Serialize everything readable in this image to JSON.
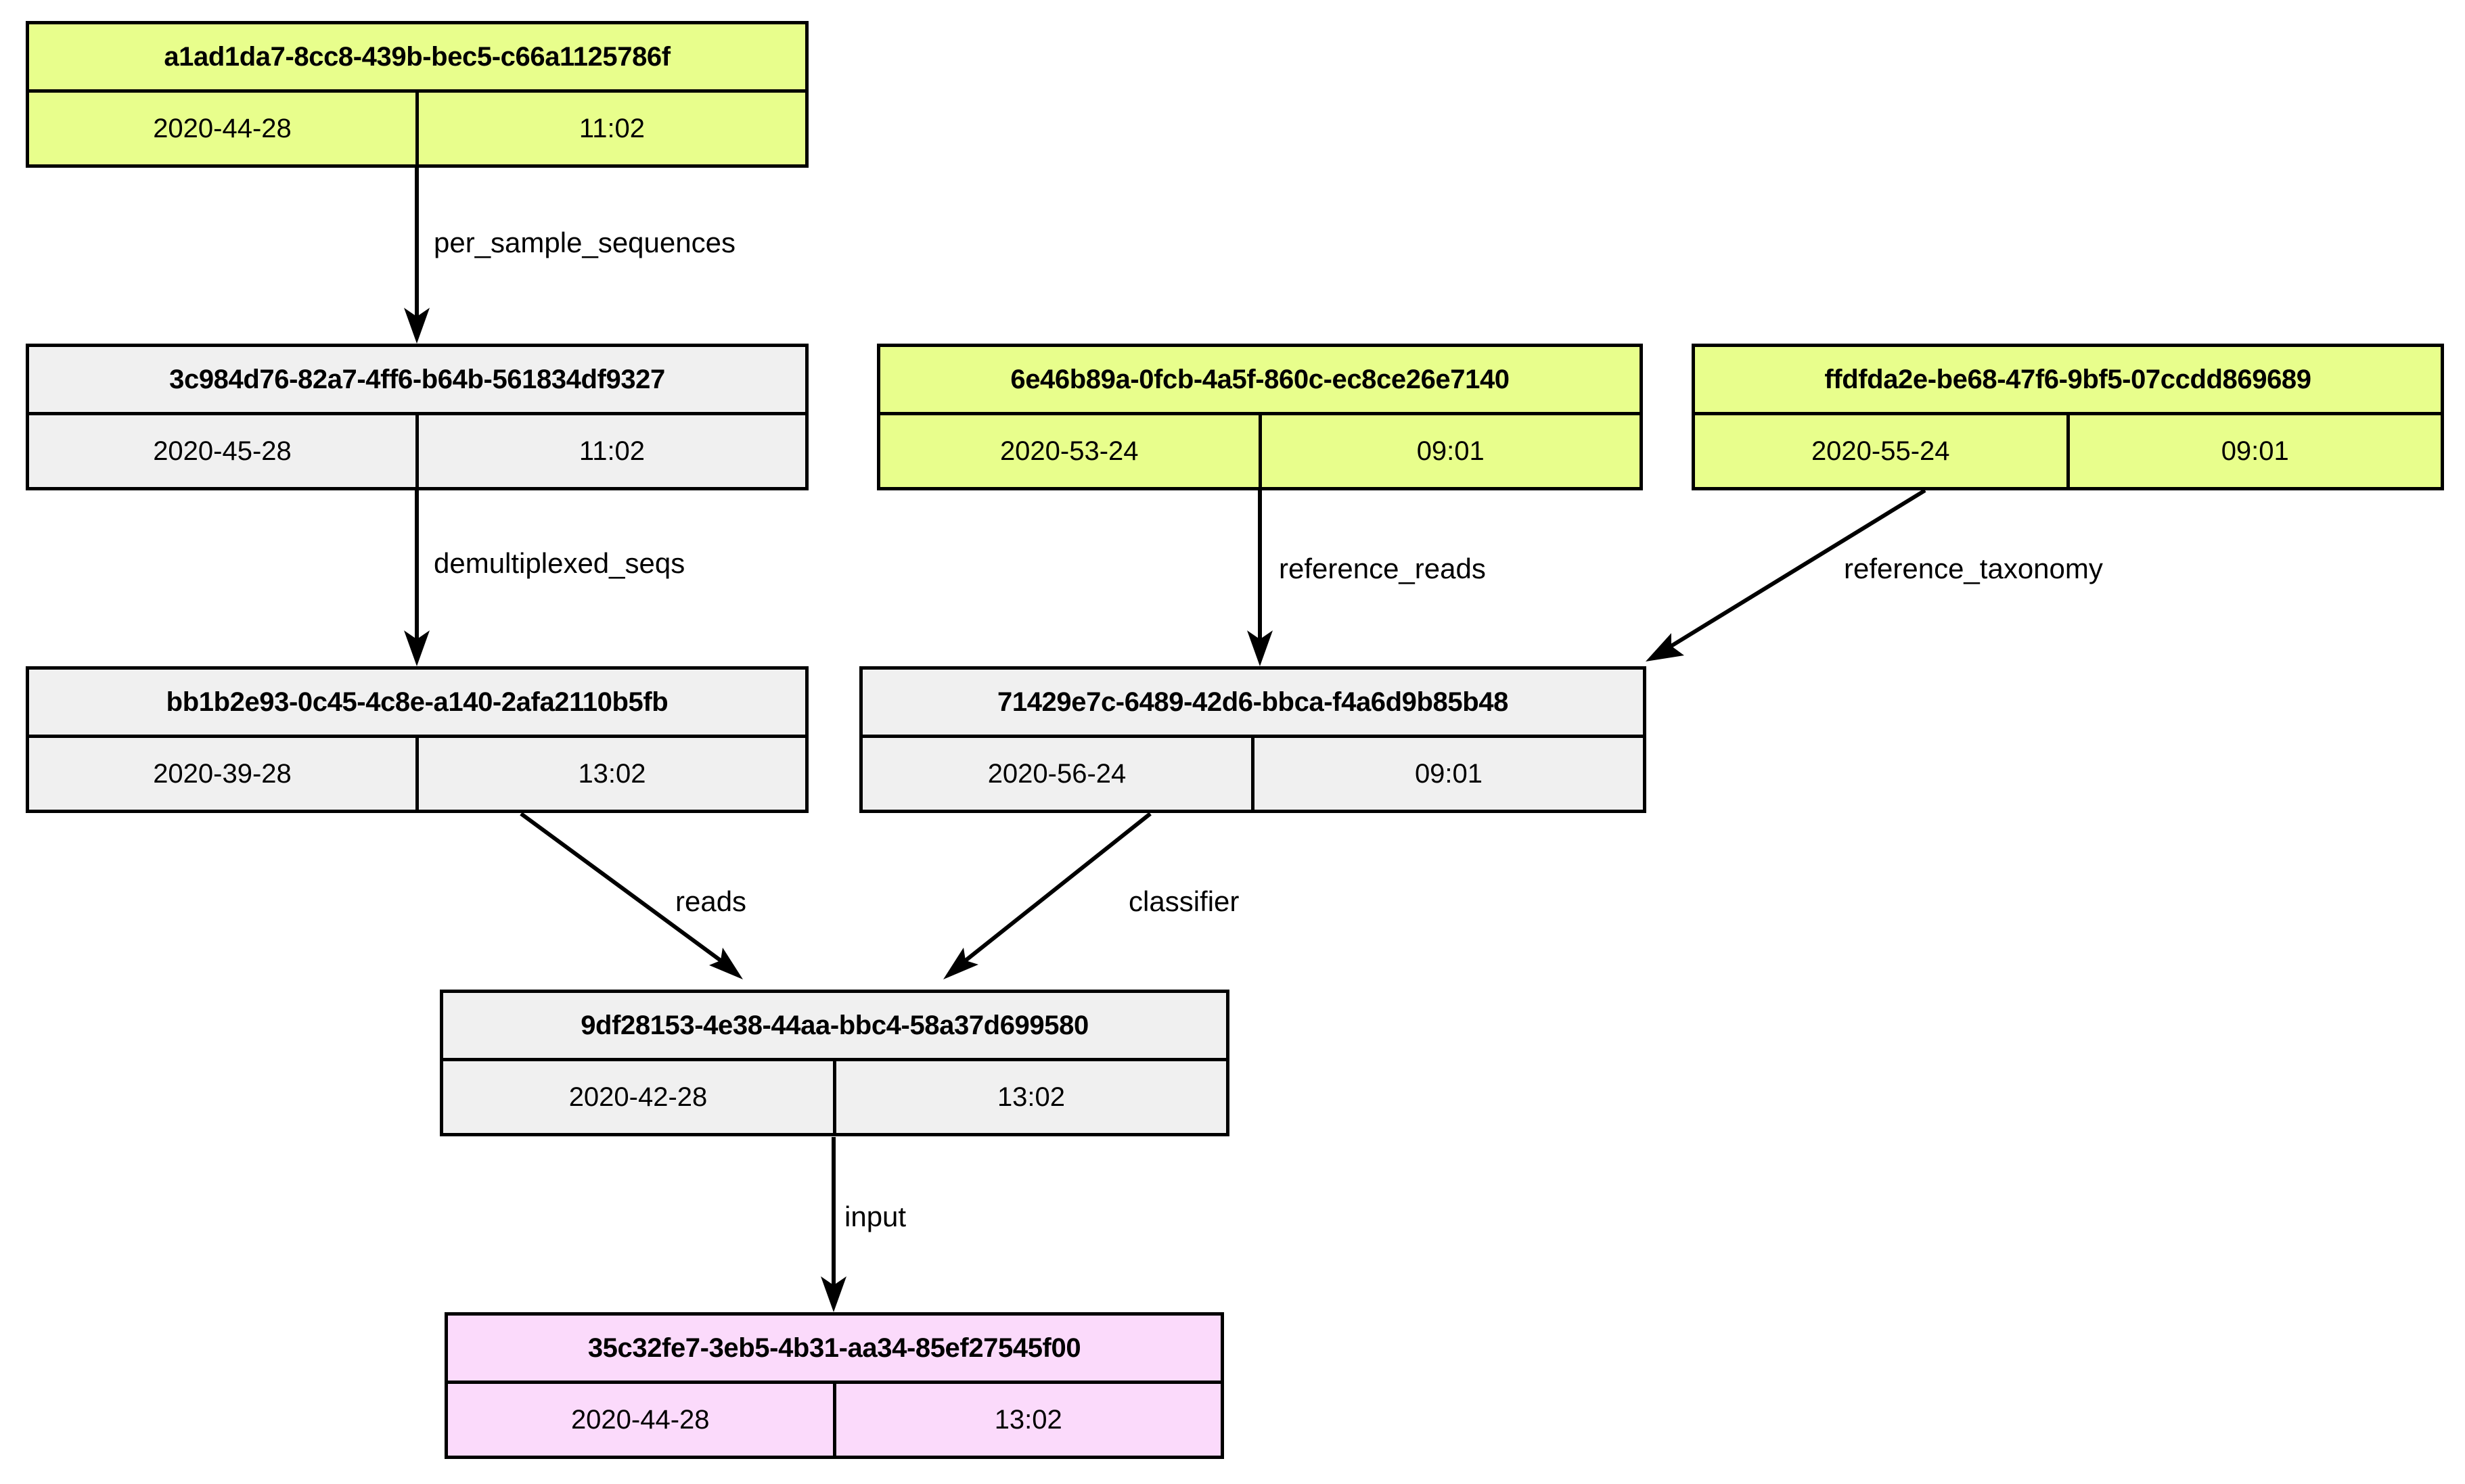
{
  "diagram": {
    "title": "provenance-dag",
    "colors": {
      "node_fill_default": "#f0f0f0",
      "node_fill_yellow": "#e8fe8c",
      "node_fill_pink": "#fbdafb",
      "border": "#000000",
      "edge": "#000000",
      "background": "#ffffff"
    },
    "nodes": [
      {
        "id": "a1ad1da7",
        "uuid": "a1ad1da7-8cc8-439b-bec5-c66a1125786f",
        "date": "2020-44-28",
        "time": "11:02",
        "fill": "yellow"
      },
      {
        "id": "3c984d76",
        "uuid": "3c984d76-82a7-4ff6-b64b-561834df9327",
        "date": "2020-45-28",
        "time": "11:02",
        "fill": "grey"
      },
      {
        "id": "6e46b89a",
        "uuid": "6e46b89a-0fcb-4a5f-860c-ec8ce26e7140",
        "date": "2020-53-24",
        "time": "09:01",
        "fill": "yellow"
      },
      {
        "id": "ffdfda2e",
        "uuid": "ffdfda2e-be68-47f6-9bf5-07ccdd869689",
        "date": "2020-55-24",
        "time": "09:01",
        "fill": "yellow"
      },
      {
        "id": "bb1b2e93",
        "uuid": "bb1b2e93-0c45-4c8e-a140-2afa2110b5fb",
        "date": "2020-39-28",
        "time": "13:02",
        "fill": "grey"
      },
      {
        "id": "71429e7c",
        "uuid": "71429e7c-6489-42d6-bbca-f4a6d9b85b48",
        "date": "2020-56-24",
        "time": "09:01",
        "fill": "grey"
      },
      {
        "id": "9df28153",
        "uuid": "9df28153-4e38-44aa-bbc4-58a37d699580",
        "date": "2020-42-28",
        "time": "13:02",
        "fill": "grey"
      },
      {
        "id": "35c32fe7",
        "uuid": "35c32fe7-3eb5-4b31-aa34-85ef27545f00",
        "date": "2020-44-28",
        "time": "13:02",
        "fill": "pink"
      }
    ],
    "edges": [
      {
        "id": "e1",
        "from": "a1ad1da7",
        "to": "3c984d76",
        "label": "per_sample_sequences"
      },
      {
        "id": "e2",
        "from": "3c984d76",
        "to": "bb1b2e93",
        "label": "demultiplexed_seqs"
      },
      {
        "id": "e3",
        "from": "6e46b89a",
        "to": "71429e7c",
        "label": "reference_reads"
      },
      {
        "id": "e4",
        "from": "ffdfda2e",
        "to": "71429e7c",
        "label": "reference_taxonomy"
      },
      {
        "id": "e5",
        "from": "bb1b2e93",
        "to": "9df28153",
        "label": "reads"
      },
      {
        "id": "e6",
        "from": "71429e7c",
        "to": "9df28153",
        "label": "classifier"
      },
      {
        "id": "e7",
        "from": "9df28153",
        "to": "35c32fe7",
        "label": "input"
      }
    ]
  }
}
